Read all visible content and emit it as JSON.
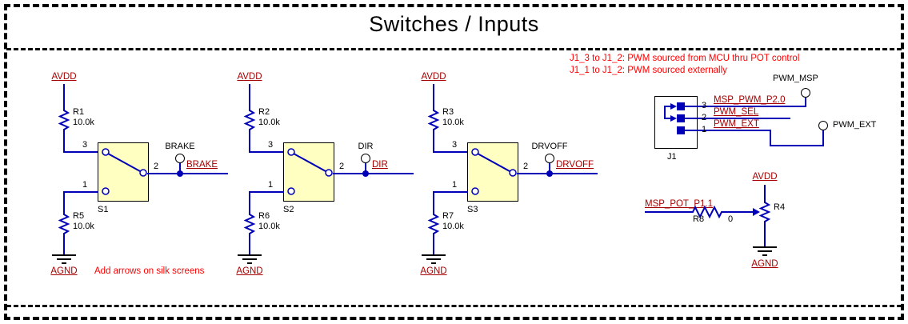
{
  "title": "Switches / Inputs",
  "colors": {
    "wire": "#0000b6",
    "net_label": "#a40000",
    "note": "#ff0000",
    "switch_fill": "#ffffc2"
  },
  "notes": {
    "silkscreen": "Add arrows on silk screens",
    "j1_line1": "J1_3 to J1_2: PWM sourced from MCU thru POT control",
    "j1_line2": "J1_1 to J1_2: PWM sourced externally"
  },
  "switch_circuits": [
    {
      "refdes": "S1",
      "avdd": "AVDD",
      "agnd": "AGND",
      "r_top_ref": "R1",
      "r_top_val": "10.0k",
      "r_bot_ref": "R5",
      "r_bot_val": "10.0k",
      "pin_top": "3",
      "pin_bot": "1",
      "pin_out": "2",
      "testpoint": "BRAKE",
      "net": "BRAKE"
    },
    {
      "refdes": "S2",
      "avdd": "AVDD",
      "agnd": "AGND",
      "r_top_ref": "R2",
      "r_top_val": "10.0k",
      "r_bot_ref": "R6",
      "r_bot_val": "10.0k",
      "pin_top": "3",
      "pin_bot": "1",
      "pin_out": "2",
      "testpoint": "DIR",
      "net": "DIR"
    },
    {
      "refdes": "S3",
      "avdd": "AVDD",
      "agnd": "AGND",
      "r_top_ref": "R3",
      "r_top_val": "10.0k",
      "r_bot_ref": "R7",
      "r_bot_val": "10.0k",
      "pin_top": "3",
      "pin_bot": "1",
      "pin_out": "2",
      "testpoint": "DRVOFF",
      "net": "DRVOFF"
    }
  ],
  "j1": {
    "refdes": "J1",
    "pins": [
      {
        "num": "3",
        "net": "MSP_PWM_P2.0"
      },
      {
        "num": "2",
        "net": "PWM_SEL"
      },
      {
        "num": "1",
        "net": "PWM_EXT"
      }
    ],
    "tp_top": "PWM_MSP",
    "tp_right": "PWM_EXT"
  },
  "pot": {
    "refdes": "R4",
    "net": "MSP_POT_P1.1",
    "r_series_ref": "R8",
    "r_series_val": "0",
    "avdd": "AVDD",
    "agnd": "AGND"
  }
}
